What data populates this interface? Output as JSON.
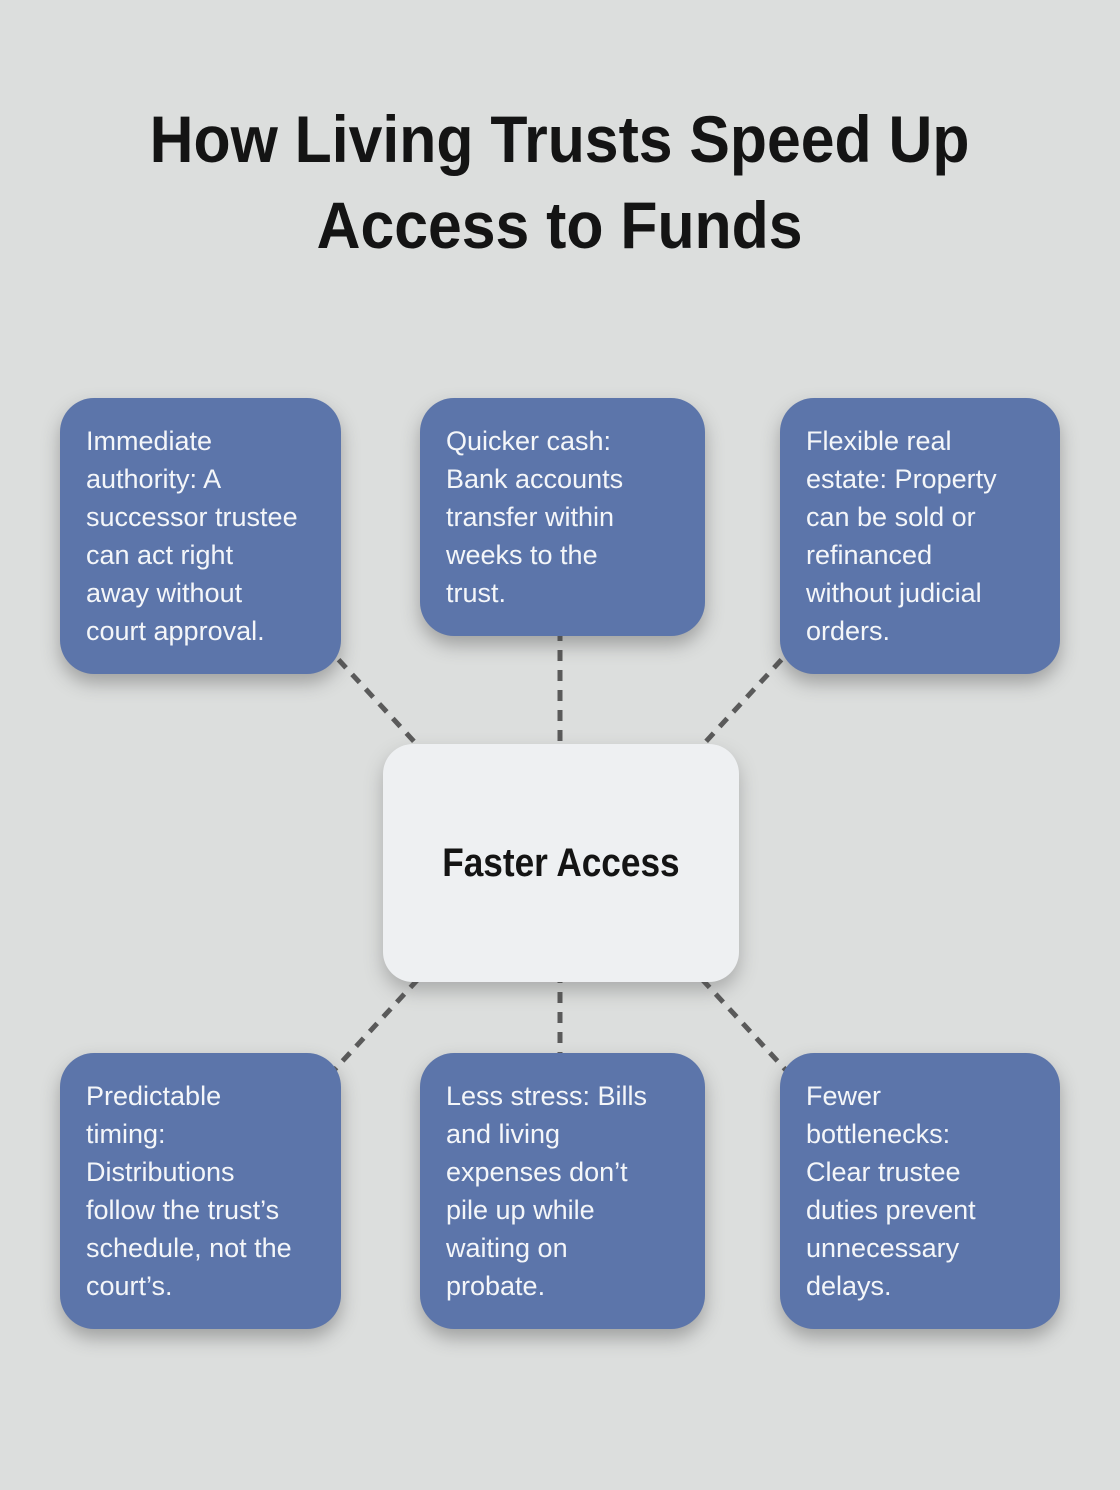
{
  "header": {
    "title_lines": [
      "How Living Trusts Speed Up",
      "Access to Funds"
    ]
  },
  "center_node": {
    "label": "Faster Access"
  },
  "cards": [
    {
      "name": "immediate-authority",
      "lines": [
        "Immediate",
        "authority: A",
        "successor trustee",
        "can act right",
        "away without",
        "court approval."
      ]
    },
    {
      "name": "quicker-cash",
      "lines": [
        "Quicker cash:",
        "Bank accounts",
        "transfer within",
        "weeks to the",
        "trust."
      ]
    },
    {
      "name": "flexible-real-estate",
      "lines": [
        "Flexible real",
        "estate: Property",
        "can be sold or",
        "refinanced",
        "without judicial",
        "orders."
      ]
    },
    {
      "name": "predictable-timing",
      "lines": [
        "Predictable",
        "timing:",
        "Distributions",
        "follow the trust’s",
        "schedule, not the",
        "court’s."
      ]
    },
    {
      "name": "less-stress",
      "lines": [
        "Less stress: Bills",
        "and living",
        "expenses don’t",
        "pile up while",
        "waiting on",
        "probate."
      ]
    },
    {
      "name": "fewer-bottlenecks",
      "lines": [
        "Fewer",
        "bottlenecks:",
        "Clear trustee",
        "duties prevent",
        "unnecessary",
        "delays."
      ]
    }
  ],
  "colors": {
    "background": "#dcdedd",
    "card_bg": "#5c75aa",
    "card_text": "#f4f6f9",
    "center_bg": "#eef0f2",
    "center_text": "#141414",
    "title_text": "#141414",
    "connector": "#5a5a5a"
  }
}
